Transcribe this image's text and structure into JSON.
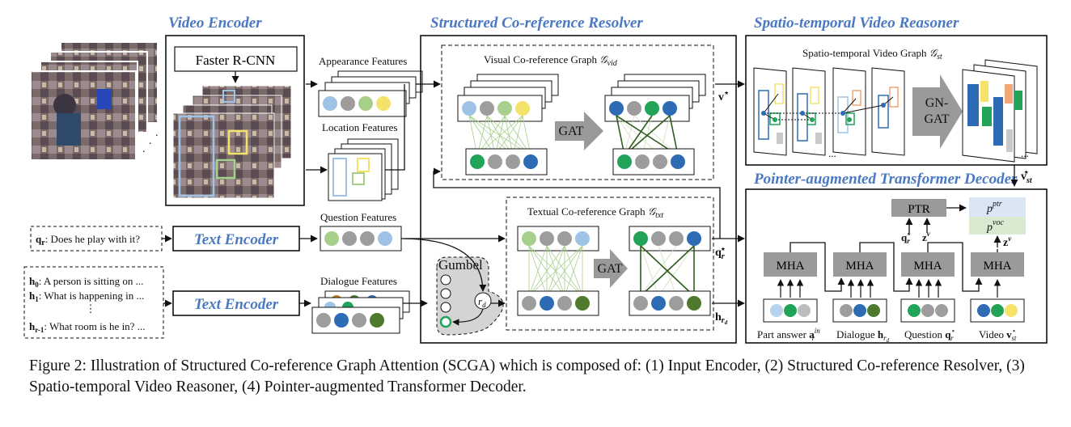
{
  "sections": {
    "video_encoder": "Video Encoder",
    "resolver": "Structured Co-reference Resolver",
    "reasoner": "Spatio-temporal Video Reasoner",
    "decoder": "Pointer-augmented Transformer Decoder"
  },
  "encoder": {
    "faster_rcnn": "Faster R-CNN",
    "appearance_features": "Appearance Features",
    "location_features": "Location Features",
    "question_features": "Question Features",
    "dialogue_features": "Dialogue Features",
    "text_encoder": "Text Encoder"
  },
  "inputs": {
    "question_var": "q",
    "question_sub": "r",
    "question_text": ": Does he play with it?",
    "dialogue": [
      {
        "var": "h",
        "sub": "0",
        "text": ": A person is sitting on ..."
      },
      {
        "var": "h",
        "sub": "1",
        "text": ": What is happening in ..."
      },
      {
        "var": "h",
        "sub": "r-1",
        "text": ": What room is he in? ..."
      }
    ],
    "vdots": "⋮"
  },
  "resolver": {
    "visual_graph": "Visual Co-reference Graph",
    "visual_graph_sym": "𝒢",
    "visual_graph_sub": "vid",
    "textual_graph": "Textual Co-reference Graph",
    "textual_graph_sym": "𝒢",
    "textual_graph_sub": "txt",
    "gat": "GAT",
    "gumbel": "Gumbel",
    "rd_node": "r",
    "rd_sub": "d",
    "out_v": "v",
    "out_q": "q",
    "out_q_sub": "r",
    "out_h": "h",
    "out_h_sub": "r",
    "out_h_subsub": "d",
    "star": "⋆"
  },
  "reasoner": {
    "graph_label": "Spatio-temporal Video Graph",
    "graph_sym": "𝒢",
    "graph_sub": "st",
    "gngat_1": "GN-",
    "gngat_2": "GAT",
    "ellipsis": "...",
    "out_v": "v",
    "out_sub": "st"
  },
  "decoder": {
    "ptr": "PTR",
    "mha": "MHA",
    "p": "p",
    "p_ptr_sup": "ptr",
    "p_voc_sup": "voc",
    "q_in": "q",
    "z_in": "z",
    "z_sup": "v",
    "r_sub": "r",
    "star": "⋆",
    "inputs": [
      {
        "label": "Part answer",
        "var": "a",
        "sup": "in",
        "sub": "r"
      },
      {
        "label": "Dialogue",
        "var": "h",
        "sub": "r",
        "subsub": "d"
      },
      {
        "label": "Question",
        "var": "q",
        "sup": "⋆",
        "sub": "r"
      },
      {
        "label": "Video",
        "var": "v",
        "sup": "⋆",
        "sub": "st"
      }
    ]
  },
  "caption": {
    "text": "Figure 2: Illustration of Structured Co-reference Graph Attention (SCGA) which is composed of: (1) Input Encoder, (2) Structured Co-reference Resolver, (3) Spatio-temporal Video Reasoner, (4) Pointer-augmented Transformer Decoder."
  },
  "colors": {
    "title_blue": "#4a78c2",
    "node_blue": "#2e6bb5",
    "node_green": "#22a35a",
    "node_gray": "#9d9d9d",
    "node_lightblue": "#9fc3e6",
    "node_lightgreen": "#a8d08d",
    "node_yellow": "#f5e26a",
    "node_darkgreen": "#4f7a2e",
    "box_gray": "#9a9a9a"
  }
}
